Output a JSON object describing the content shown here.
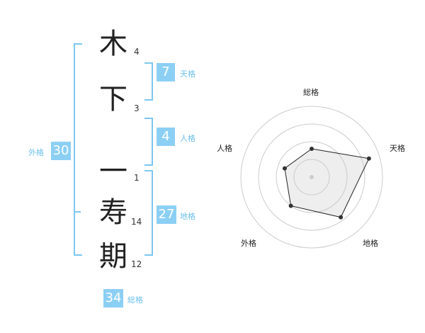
{
  "name": {
    "chars": [
      {
        "char": "木",
        "strokes": "4"
      },
      {
        "char": "下",
        "strokes": "3"
      },
      {
        "char": "一",
        "strokes": "1"
      },
      {
        "char": "寿",
        "strokes": "14"
      },
      {
        "char": "期",
        "strokes": "12"
      }
    ]
  },
  "fortune": {
    "tenkaku": {
      "value": "7",
      "label": "天格"
    },
    "jinkaku": {
      "value": "4",
      "label": "人格"
    },
    "chikaku": {
      "value": "27",
      "label": "地格"
    },
    "gaikaku": {
      "value": "30",
      "label": "外格"
    },
    "soukaku": {
      "value": "34",
      "label": "総格"
    }
  },
  "colors": {
    "accent": "#8ccff4",
    "bracket": "#7cc7f0",
    "accent_text": "#6ec0ec"
  },
  "chart_data": {
    "type": "radar",
    "axes": [
      "総格",
      "天格",
      "地格",
      "外格",
      "人格"
    ],
    "values": [
      0.4,
      0.85,
      0.7,
      0.5,
      0.4
    ],
    "rings": 4,
    "max": 1
  }
}
